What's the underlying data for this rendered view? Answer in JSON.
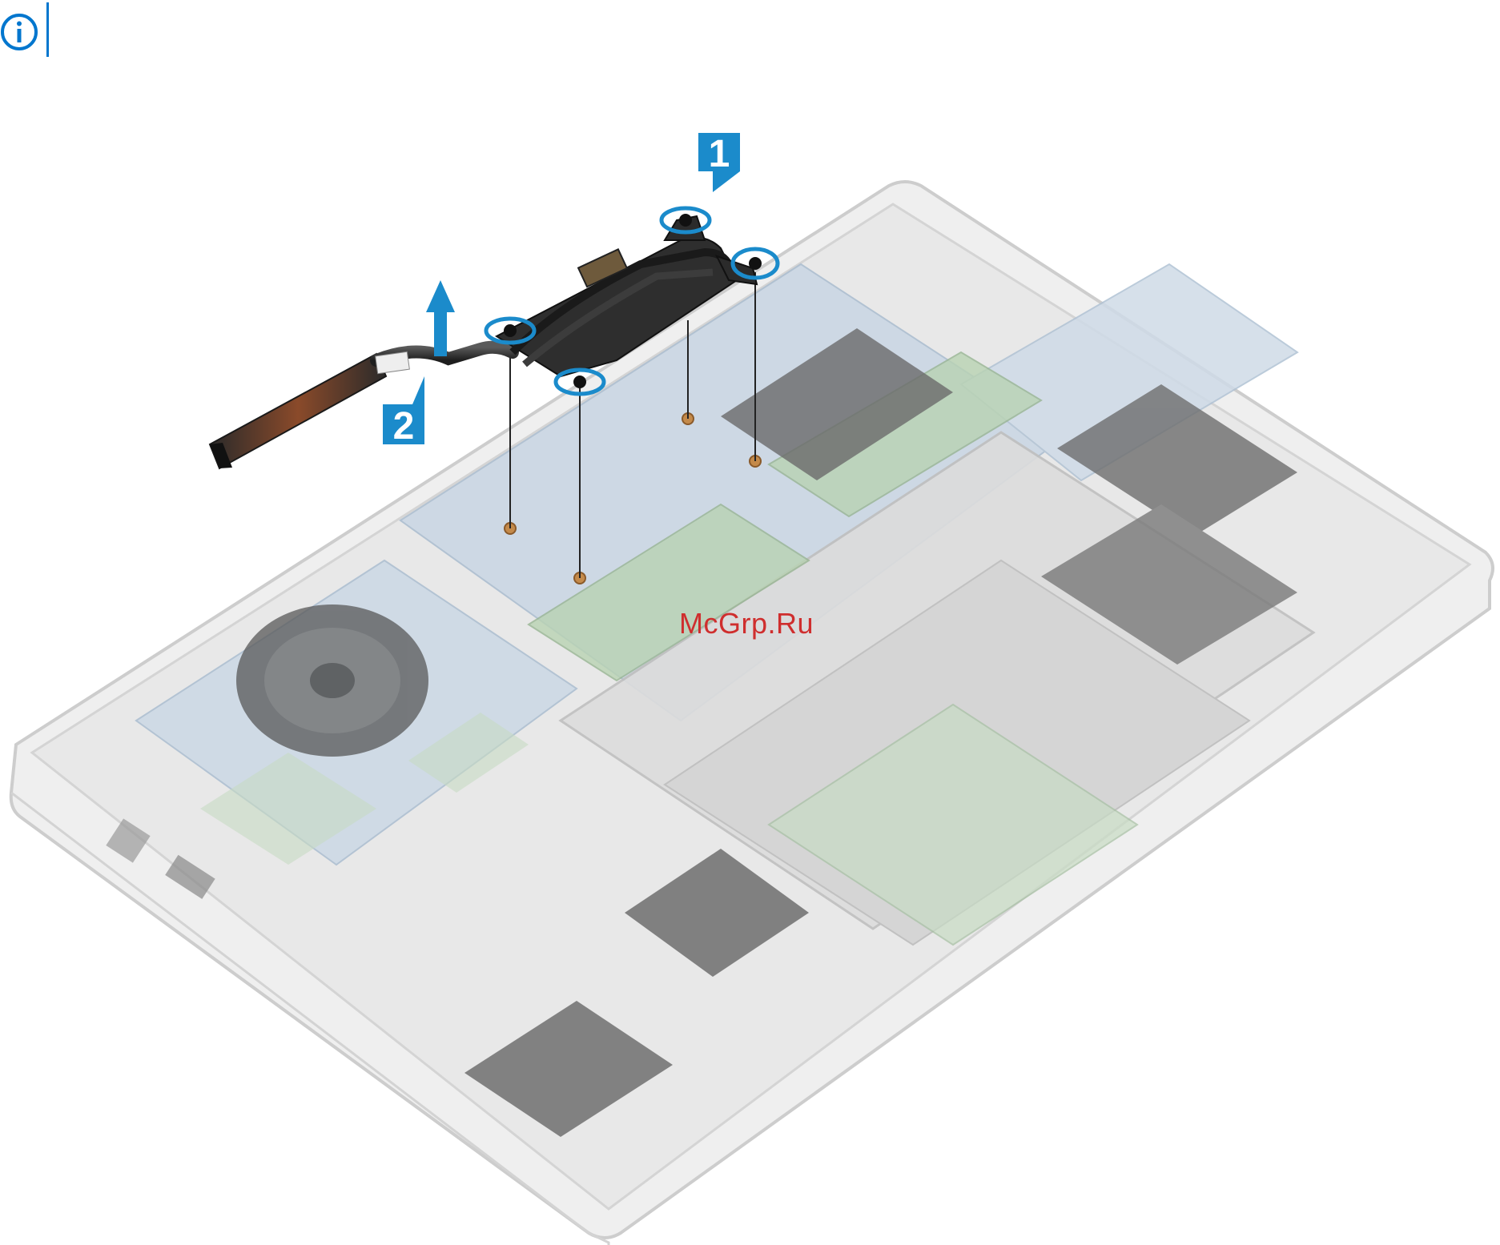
{
  "note": {
    "icon": "info-icon",
    "accent_color": "#0076ce"
  },
  "figure": {
    "description_icon": "laptop-heatsink-removal-illustration",
    "steps": [
      {
        "label": "1",
        "action_icon": "screw-loosen-icon"
      },
      {
        "label": "2",
        "action_icon": "lift-arrow-icon"
      }
    ],
    "callout_color": "#1b8bcb"
  },
  "watermark": {
    "text": "McGrp.Ru",
    "color": "#cf2e2e"
  }
}
